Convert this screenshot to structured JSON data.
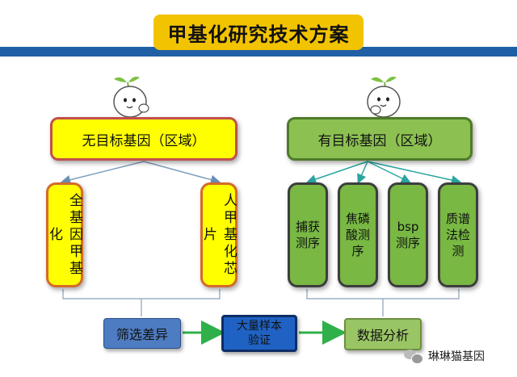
{
  "header": {
    "title": "甲基化研究技术方案",
    "title_bg": "#f2c300",
    "stripe_color": "#1f5fa6"
  },
  "left_branch": {
    "main_label": "无目标基因（区域）",
    "children": [
      {
        "label": "全基因甲基化"
      },
      {
        "label": "人甲基化芯片"
      }
    ]
  },
  "right_branch": {
    "main_label": "有目标基因（区域）",
    "children": [
      {
        "label": "捕获测序"
      },
      {
        "label": "焦磷酸测序"
      },
      {
        "label": "bsp测序"
      },
      {
        "label": "质谱法检测"
      }
    ]
  },
  "flow": {
    "step1": "筛选差异",
    "step2": "大量样本验证",
    "step3": "数据分析"
  },
  "watermark": {
    "text": "琳琳猫基因",
    "icon": "wechat-icon"
  },
  "mascot": {
    "icon": "sprout-mascot-icon"
  }
}
